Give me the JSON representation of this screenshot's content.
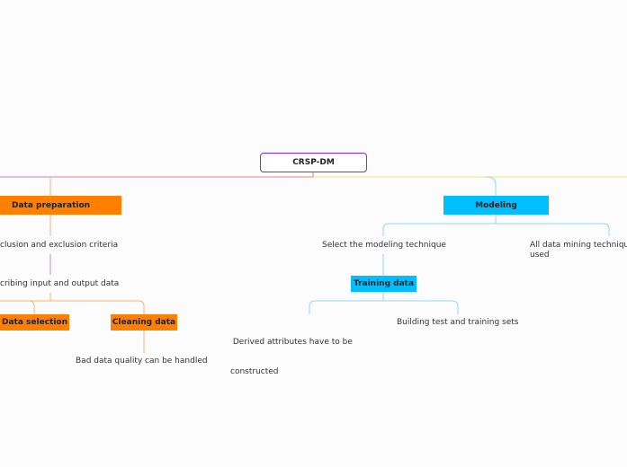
{
  "root": {
    "label": "CRSP-DM"
  },
  "data_preparation": {
    "label": "Data preparation",
    "inclusion": "clusion and exclusion criteria",
    "describing": "cribing input and output data",
    "data_selection": "Data selection",
    "cleaning_data": "Cleaning data",
    "bad_quality": "Bad data quality can be handled"
  },
  "modeling": {
    "label": "Modeling",
    "select_technique": "Select the modeling technique",
    "all_techniques_line1": "All data mining techniqu",
    "all_techniques_line2": "used",
    "training_data": "Training data",
    "derived_line1": " Derived attributes have to be",
    "derived_line2": "constructed",
    "building_sets": "Building test and training sets"
  },
  "colors": {
    "root_border": "#8a2be2",
    "orange": "#ff8000",
    "blue": "#00bfff",
    "line_red": "#f08080",
    "line_yellow": "#e8e87a",
    "line_purple": "#c080e0"
  }
}
